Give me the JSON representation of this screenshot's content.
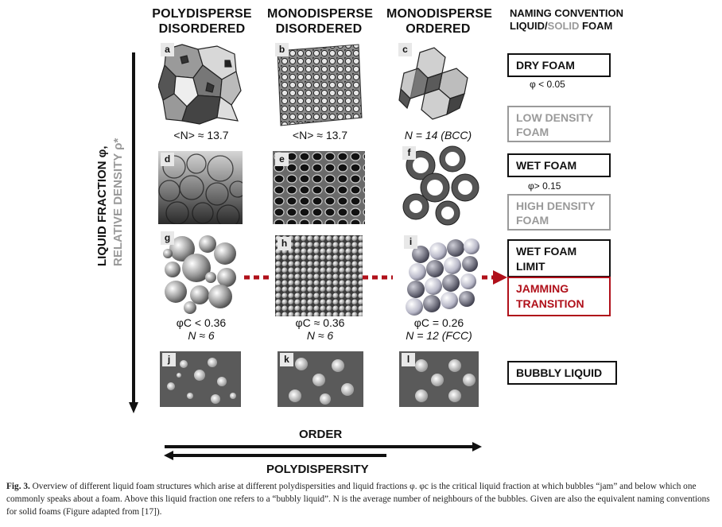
{
  "columns": {
    "col1_line1": "POLYDISPERSE",
    "col1_line2": "DISORDERED",
    "col2_line1": "MONODISPERSE",
    "col2_line2": "DISORDERED",
    "col3_line1": "MONODISPERSE",
    "col3_line2": "ORDERED",
    "naming_line1": "NAMING CONVENTION",
    "naming_liquid": "LIQUID/",
    "naming_solid": "SOLID",
    "naming_foam": " FOAM"
  },
  "axis": {
    "vertical_line1": "LIQUID FRACTION φ,",
    "vertical_line2": "RELATIVE DENSITY ρ*",
    "order": "ORDER",
    "polydispersity": "POLYDISPERSITY"
  },
  "panels": {
    "a": "a",
    "b": "b",
    "c": "c",
    "d": "d",
    "e": "e",
    "f": "f",
    "g": "g",
    "h": "h",
    "i": "i",
    "j": "j",
    "k": "k",
    "l": "l"
  },
  "captions": {
    "row1_col1": "<N> ≈ 13.7",
    "row1_col2": "<N> ≈ 13.7",
    "row1_col3": "N = 14 (BCC)",
    "row3_col1_a": "φC < 0.36",
    "row3_col1_b": "N ≈ 6",
    "row3_col2_a": "φC ≈ 0.36",
    "row3_col2_b": "N ≈ 6",
    "row3_col3_a": "φC = 0.26",
    "row3_col3_b": "N = 12 (FCC)"
  },
  "naming": {
    "dry_foam": "DRY FOAM",
    "dry_threshold": "φ < 0.05",
    "low_density_1": "LOW DENSITY",
    "low_density_2": "FOAM",
    "wet_foam": "WET FOAM",
    "wet_threshold": "φ> 0.15",
    "high_density_1": "HIGH DENSITY",
    "high_density_2": "FOAM",
    "wet_limit_1": "WET FOAM",
    "wet_limit_2": "LIMIT",
    "jamming_1": "JAMMING",
    "jamming_2": "TRANSITION",
    "bubbly": "BUBBLY LIQUID"
  },
  "figure_caption": {
    "label": "Fig. 3.",
    "text": " Overview of different liquid foam structures which arise at different polydispersities and liquid fractions φ. φc is the critical liquid fraction at which bubbles “jam” and below which one commonly speaks about a foam. Above this liquid fraction one refers to a “bubbly liquid”. N is the average number of neighbours of the bubbles. Given are also the equivalent naming conventions for solid foams (Figure adapted from [17])."
  },
  "colors": {
    "accent_red": "#b0101a",
    "grey_text": "#9a9a9a",
    "panel_dark": "#5a5a5a"
  }
}
